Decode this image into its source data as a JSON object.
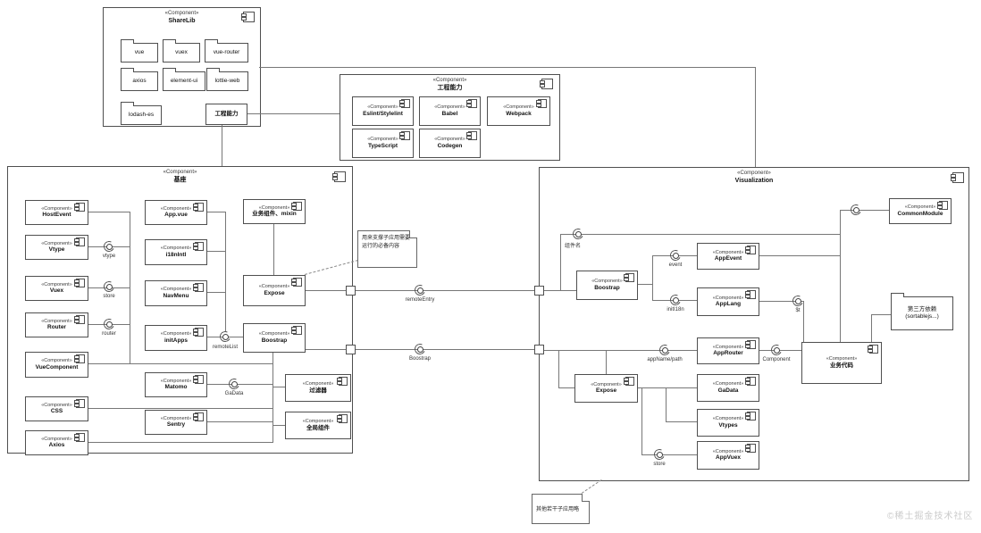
{
  "stereotype": "«Component»",
  "watermark": "©稀土掘金技术社区",
  "sharelib": {
    "name": "ShareLib",
    "folders": {
      "vue": "vue",
      "vuex": "vuex",
      "vuerouter": "vue-router",
      "axios": "axios",
      "elementui": "element-ui",
      "lottieweb": "lottie-web",
      "lodashes": "lodash-es"
    },
    "engbox": "工程能力"
  },
  "eng": {
    "name": "工程能力",
    "components": {
      "eslint": "Eslint/Stylelint",
      "babel": "Babel",
      "webpack": "Webpack",
      "typescript": "TypeScript",
      "codegen": "Codegen"
    }
  },
  "base": {
    "name": "基座",
    "components": {
      "hostevent": "HostEvent",
      "vtype": "Vtype",
      "vuex": "Vuex",
      "router": "Router",
      "vuecomponent": "VueComponent",
      "css": "CSS",
      "axios": "Axios",
      "appvue": "App.vue",
      "i18nintl": "i18nIntl",
      "navmenu": "NavMenu",
      "initapps": "initApps",
      "matomo": "Matomo",
      "sentry": "Sentry",
      "mixin": "业务组件、mixin",
      "expose": "Expose",
      "boostrap": "Boostrap",
      "filter": "过滤器",
      "global": "全局组件"
    },
    "interfaces": {
      "vtype": "vtype",
      "store": "store",
      "router": "router",
      "remotelist": "remoteList",
      "gadata": "GaData"
    },
    "note": "用来支撑子应用需要运行的必备内容"
  },
  "connectors": {
    "remoteentry": "remoteEntry",
    "boostrap": "Boostrap"
  },
  "viz": {
    "name": "Visualization",
    "components": {
      "boostrap": "Boostrap",
      "appevent": "AppEvent",
      "applang": "AppLang",
      "approuter": "AppRouter",
      "expose": "Expose",
      "gadata": "GaData",
      "vtypes": "Vtypes",
      "appvuex": "AppVuex",
      "commonmodule": "CommonModule",
      "bizcode": "业务代码"
    },
    "interfaces": {
      "compname": "组件名",
      "event": "event",
      "initi18n": "initI18n",
      "appnamepath": "appName/path",
      "store": "store",
      "t": "$t",
      "component": "Component"
    },
    "deps": {
      "line1": "第三方依赖",
      "line2": "(sortablejs...)"
    }
  },
  "bottomnote": "其他若干子应用略"
}
